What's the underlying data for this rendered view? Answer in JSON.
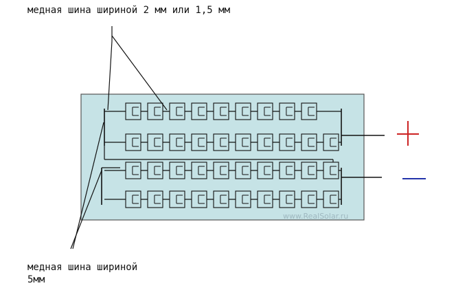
{
  "labels": {
    "top": "медная шина шириной 2 мм или 1,5 мм",
    "bottom_line1": "медная шина шириной",
    "bottom_line2": "5мм"
  },
  "watermark": "www.RealSolar.ru",
  "terminals": {
    "plus_color": "#cc2222",
    "minus_color": "#2233aa"
  },
  "colors": {
    "panel_fill": "#c6e3e6",
    "panel_stroke": "#555555",
    "wire": "#111111",
    "cell_fill": "#c6e3e6"
  },
  "rows": [
    {
      "cells": 9
    },
    {
      "cells": 10
    },
    {
      "cells": 10
    },
    {
      "cells": 10
    }
  ]
}
